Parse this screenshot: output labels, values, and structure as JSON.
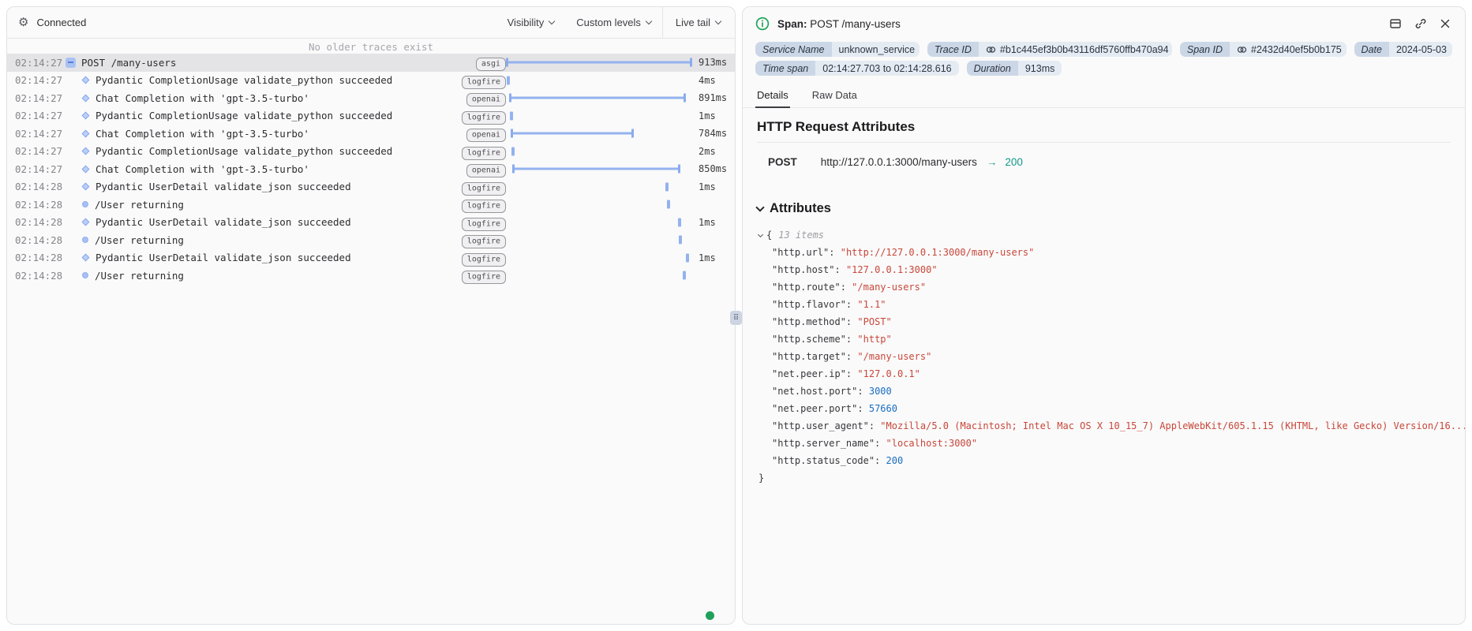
{
  "colors": {
    "bar_blue": "#93b2ef",
    "green": "#1fa15c",
    "teal": "#12988a",
    "json_string_red": "#c8473a",
    "json_number_blue": "#1a6dc0",
    "badge_label_bg": "#cbd7e6",
    "badge_value_bg": "#e5ebf2"
  },
  "left_panel": {
    "header": {
      "status": "Connected",
      "visibility_label": "Visibility",
      "custom_levels_label": "Custom levels",
      "live_tail_label": "Live tail"
    },
    "empty_notice": "No older traces exist",
    "rows": [
      {
        "time": "02:14:27",
        "icon": "minus-square",
        "indent": 0,
        "label": "POST /many-users",
        "tag": "asgi",
        "bar": {
          "type": "span",
          "start": 0,
          "end": 100
        },
        "duration": "913ms",
        "selected": true
      },
      {
        "time": "02:14:27",
        "icon": "diamond",
        "indent": 1,
        "label": "Pydantic CompletionUsage validate_python succeeded",
        "tag": "logfire",
        "bar": {
          "type": "instant",
          "start": 0.5
        },
        "duration": "4ms",
        "selected": false
      },
      {
        "time": "02:14:27",
        "icon": "diamond",
        "indent": 1,
        "label": "Chat Completion with 'gpt-3.5-turbo'",
        "tag": "openai",
        "bar": {
          "type": "span",
          "start": 1.5,
          "end": 96.5
        },
        "duration": "891ms",
        "selected": false
      },
      {
        "time": "02:14:27",
        "icon": "diamond",
        "indent": 1,
        "label": "Pydantic CompletionUsage validate_python succeeded",
        "tag": "logfire",
        "bar": {
          "type": "instant",
          "start": 2
        },
        "duration": "1ms",
        "selected": false
      },
      {
        "time": "02:14:27",
        "icon": "diamond",
        "indent": 1,
        "label": "Chat Completion with 'gpt-3.5-turbo'",
        "tag": "openai",
        "bar": {
          "type": "span",
          "start": 2.5,
          "end": 68.5
        },
        "duration": "784ms",
        "selected": false
      },
      {
        "time": "02:14:27",
        "icon": "diamond",
        "indent": 1,
        "label": "Pydantic CompletionUsage validate_python succeeded",
        "tag": "logfire",
        "bar": {
          "type": "instant",
          "start": 3
        },
        "duration": "2ms",
        "selected": false
      },
      {
        "time": "02:14:27",
        "icon": "diamond",
        "indent": 1,
        "label": "Chat Completion with 'gpt-3.5-turbo'",
        "tag": "openai",
        "bar": {
          "type": "span",
          "start": 3.5,
          "end": 93.5
        },
        "duration": "850ms",
        "selected": false
      },
      {
        "time": "02:14:28",
        "icon": "diamond",
        "indent": 1,
        "label": "Pydantic UserDetail validate_json succeeded",
        "tag": "logfire",
        "bar": {
          "type": "instant",
          "start": 85.5
        },
        "duration": "1ms",
        "selected": false
      },
      {
        "time": "02:14:28",
        "icon": "circle",
        "indent": 1,
        "label": "/User returning",
        "tag": "logfire",
        "bar": {
          "type": "instant",
          "start": 86.5
        },
        "duration": "",
        "selected": false
      },
      {
        "time": "02:14:28",
        "icon": "diamond",
        "indent": 1,
        "label": "Pydantic UserDetail validate_json succeeded",
        "tag": "logfire",
        "bar": {
          "type": "instant",
          "start": 92.5
        },
        "duration": "1ms",
        "selected": false
      },
      {
        "time": "02:14:28",
        "icon": "circle",
        "indent": 1,
        "label": "/User returning",
        "tag": "logfire",
        "bar": {
          "type": "instant",
          "start": 93
        },
        "duration": "",
        "selected": false
      },
      {
        "time": "02:14:28",
        "icon": "diamond",
        "indent": 1,
        "label": "Pydantic UserDetail validate_json succeeded",
        "tag": "logfire",
        "bar": {
          "type": "instant",
          "start": 96.5
        },
        "duration": "1ms",
        "selected": false
      },
      {
        "time": "02:14:28",
        "icon": "circle",
        "indent": 1,
        "label": "/User returning",
        "tag": "logfire",
        "bar": {
          "type": "instant",
          "start": 95
        },
        "duration": "",
        "selected": false
      }
    ]
  },
  "right_panel": {
    "header": {
      "kind_label": "Span:",
      "title": "POST /many-users"
    },
    "header_icons": [
      "split-panel-icon",
      "link-icon",
      "close-icon"
    ],
    "badge_rows": [
      [
        {
          "label": "Service Name",
          "value": "unknown_service",
          "link": false
        },
        {
          "label": "Trace ID",
          "value": "#b1c445ef3b0b43116df5760ffb470a94",
          "link": true
        },
        {
          "label": "Span ID",
          "value": "#2432d40ef5b0b175",
          "link": true
        },
        {
          "label": "Date",
          "value": "2024-05-03",
          "link": false
        }
      ],
      [
        {
          "label": "Time span",
          "value": "02:14:27.703 to 02:14:28.616",
          "link": false
        },
        {
          "label": "Duration",
          "value": "913ms",
          "link": false
        }
      ]
    ],
    "tabs": [
      {
        "label": "Details",
        "active": true
      },
      {
        "label": "Raw Data",
        "active": false
      }
    ],
    "section_title": "HTTP Request Attributes",
    "request": {
      "method": "POST",
      "url": "http://127.0.0.1:3000/many-users",
      "arrow": "→",
      "status": "200"
    },
    "attributes_title": "Attributes",
    "attributes_json": {
      "open_brace": "{",
      "items_label": "13 items",
      "close_brace": "}",
      "entries": [
        {
          "key": "http.url",
          "value": "http://127.0.0.1:3000/many-users",
          "type": "string"
        },
        {
          "key": "http.host",
          "value": "127.0.0.1:3000",
          "type": "string"
        },
        {
          "key": "http.route",
          "value": "/many-users",
          "type": "string"
        },
        {
          "key": "http.flavor",
          "value": "1.1",
          "type": "string"
        },
        {
          "key": "http.method",
          "value": "POST",
          "type": "string"
        },
        {
          "key": "http.scheme",
          "value": "http",
          "type": "string"
        },
        {
          "key": "http.target",
          "value": "/many-users",
          "type": "string"
        },
        {
          "key": "net.peer.ip",
          "value": "127.0.0.1",
          "type": "string"
        },
        {
          "key": "net.host.port",
          "value": "3000",
          "type": "number"
        },
        {
          "key": "net.peer.port",
          "value": "57660",
          "type": "number"
        },
        {
          "key": "http.user_agent",
          "value": "Mozilla/5.0 (Macintosh; Intel Mac OS X 10_15_7) AppleWebKit/605.1.15 (KHTML, like Gecko) Version/16....",
          "type": "string"
        },
        {
          "key": "http.server_name",
          "value": "localhost:3000",
          "type": "string"
        },
        {
          "key": "http.status_code",
          "value": "200",
          "type": "number"
        }
      ]
    }
  }
}
